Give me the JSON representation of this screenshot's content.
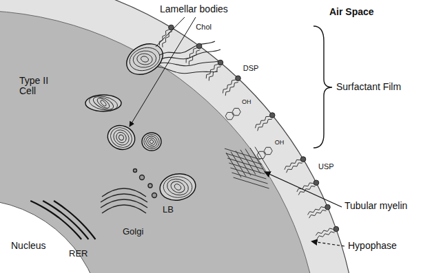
{
  "diagram": {
    "labels": [
      "Lamellar bodies",
      "Air Space",
      "Chol",
      "DSP",
      "Surfactant Film",
      "Type II Cell",
      "OH",
      "OH",
      "USP",
      "Tubular myelin",
      "Nucleus",
      "RER",
      "Golgi",
      "LB",
      "Hypophase"
    ]
  }
}
